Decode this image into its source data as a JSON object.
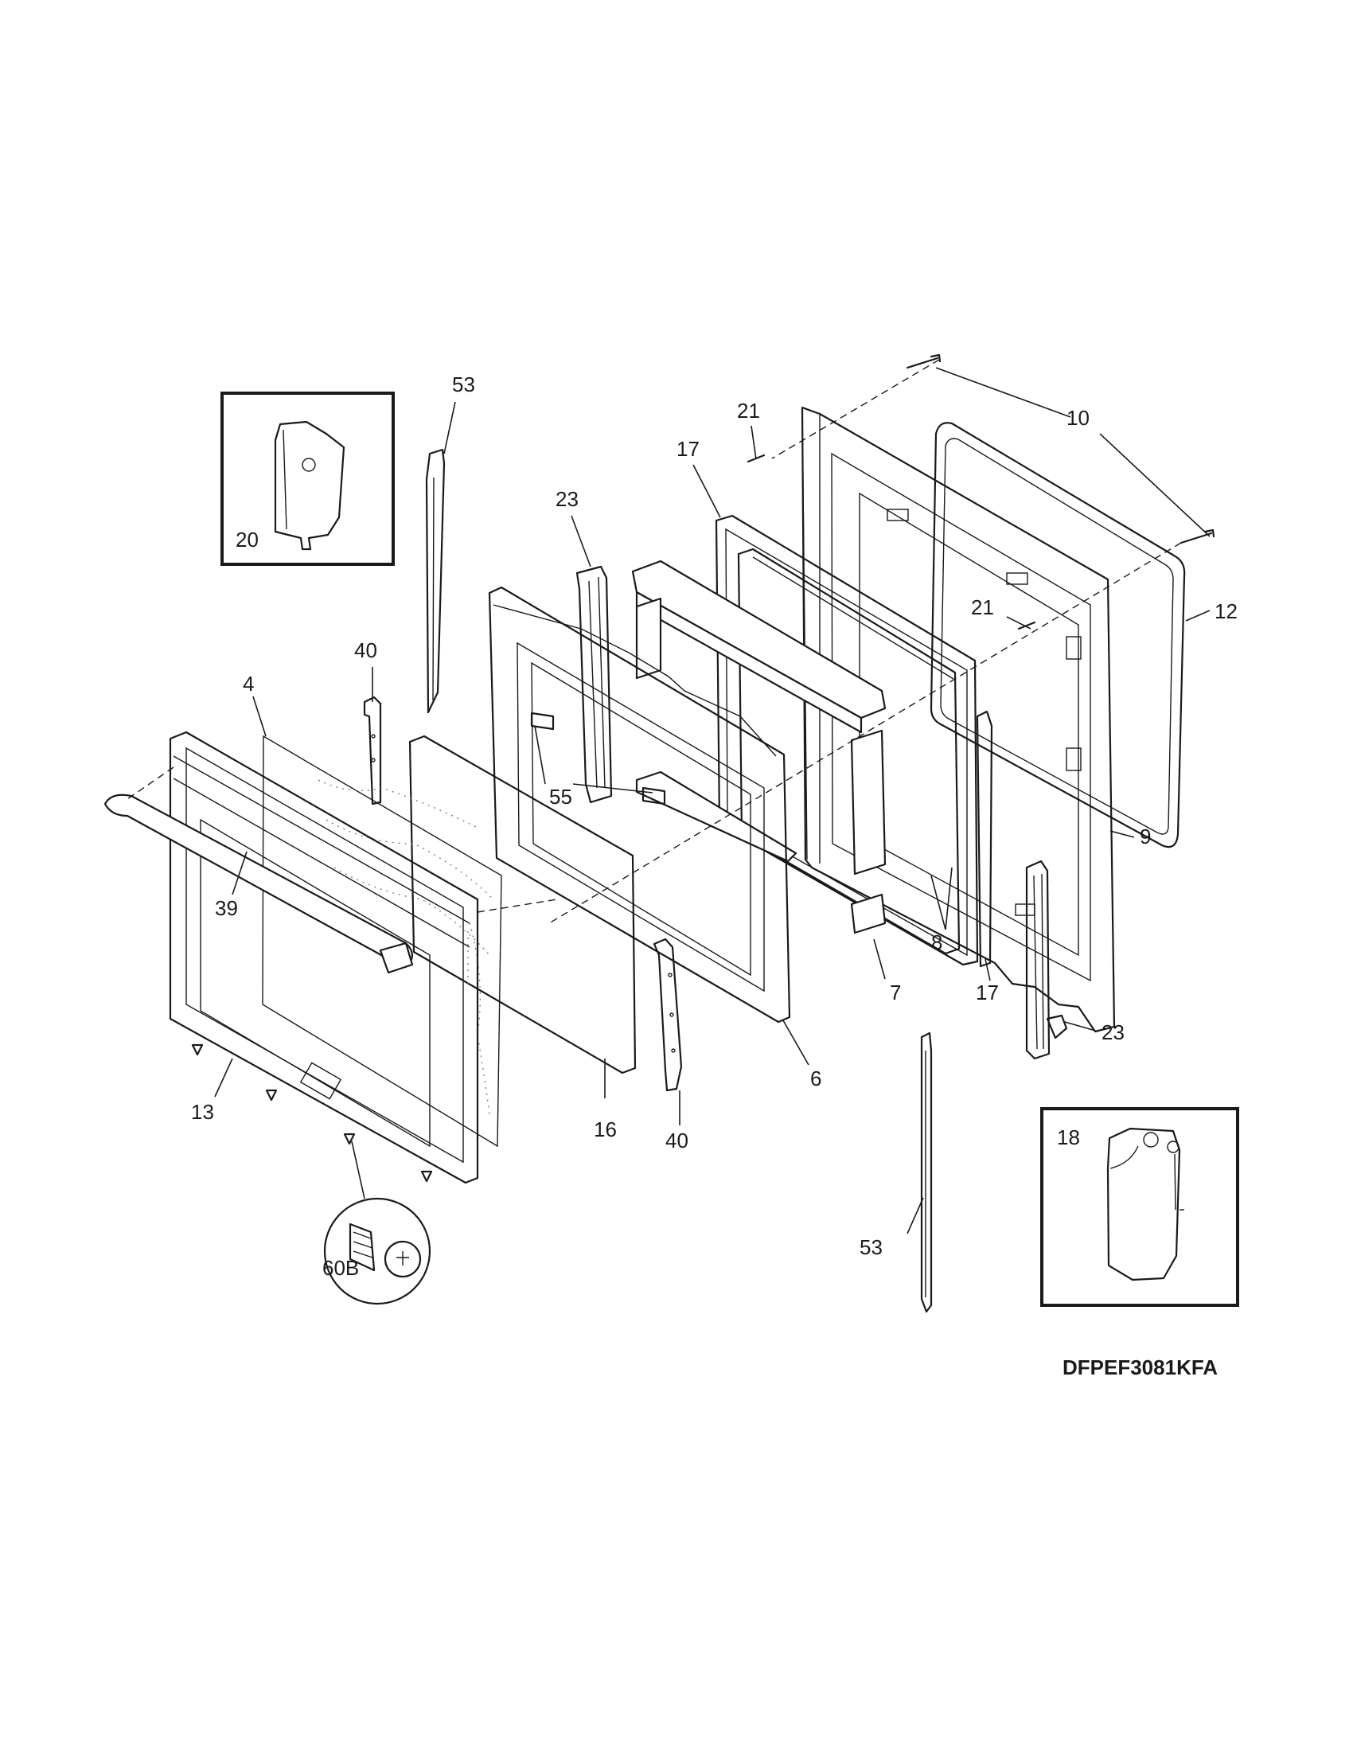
{
  "diagram_code": "DFPEF3081KFA",
  "callouts": [
    {
      "id": "c53a",
      "text": "53"
    },
    {
      "id": "c20",
      "text": "20"
    },
    {
      "id": "c21a",
      "text": "21"
    },
    {
      "id": "c10",
      "text": "10"
    },
    {
      "id": "c17a",
      "text": "17"
    },
    {
      "id": "c23a",
      "text": "23"
    },
    {
      "id": "c21b",
      "text": "21"
    },
    {
      "id": "c12",
      "text": "12"
    },
    {
      "id": "c40a",
      "text": "40"
    },
    {
      "id": "c4",
      "text": "4"
    },
    {
      "id": "c55",
      "text": "55"
    },
    {
      "id": "c9",
      "text": "9"
    },
    {
      "id": "c39",
      "text": "39"
    },
    {
      "id": "c8",
      "text": "8"
    },
    {
      "id": "c7",
      "text": "7"
    },
    {
      "id": "c17b",
      "text": "17"
    },
    {
      "id": "c23b",
      "text": "23"
    },
    {
      "id": "c6",
      "text": "6"
    },
    {
      "id": "c13",
      "text": "13"
    },
    {
      "id": "c16",
      "text": "16"
    },
    {
      "id": "c40b",
      "text": "40"
    },
    {
      "id": "c18",
      "text": "18"
    },
    {
      "id": "c60b",
      "text": "60B"
    },
    {
      "id": "c53b",
      "text": "53"
    }
  ]
}
